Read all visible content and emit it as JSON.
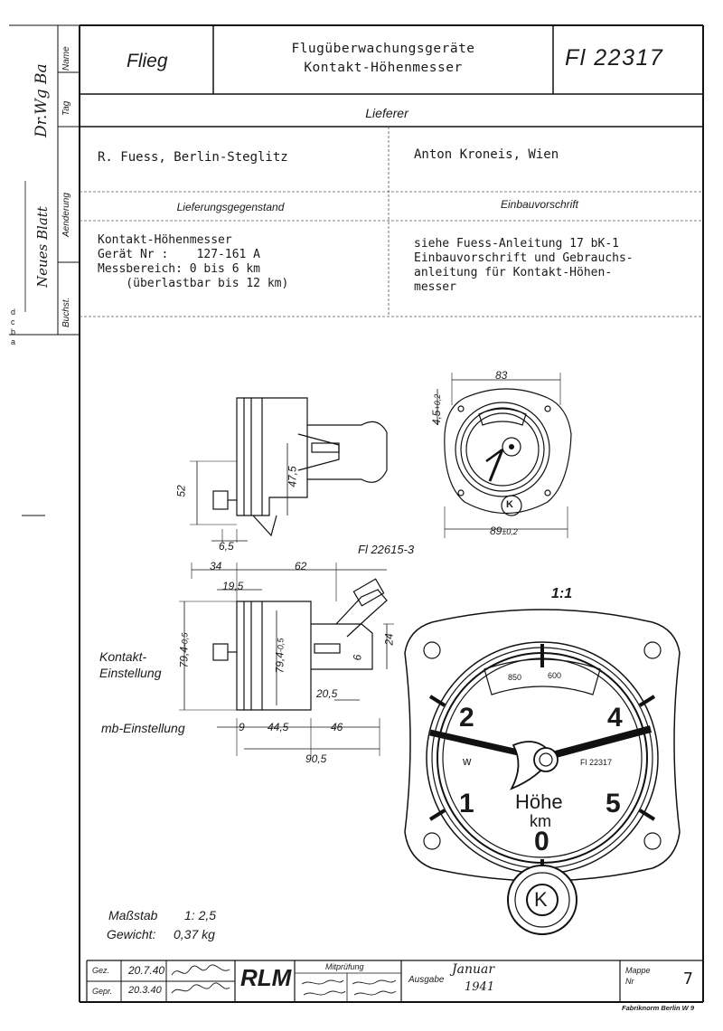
{
  "header": {
    "org": "Flieg",
    "title_line1": "Flugüberwachungsgeräte",
    "title_line2": "Kontakt-Höhenmesser",
    "number": "Fl 22317"
  },
  "side_column": {
    "name": "Name",
    "tag": "Tag",
    "aenderung": "Aenderung",
    "buchst": "Buchst.",
    "letters": [
      "a",
      "b",
      "c",
      "d"
    ],
    "sig_top": "Dr.Wg Ba",
    "sig_mid": "Neues Blatt"
  },
  "lieferer": {
    "heading": "Lieferer",
    "supplier_left": "R. Fuess, Berlin-Steglitz",
    "supplier_right": "Anton Kroneis, Wien"
  },
  "sections": {
    "left_heading": "Lieferungsgegenstand",
    "right_heading": "Einbauvorschrift",
    "left_text": "Kontakt-Höhenmesser\nGerät Nr :    127-161 A\nMessbereich: 0 bis 6 km\n    (überlastbar bis 12 km)",
    "right_text": "siehe Fuess-Anleitung 17 bK-1\nEinbauvorschrift und Gebrauchs-\nanleitung für Kontakt-Höhen-\nmesser"
  },
  "drawing": {
    "dim_52": "52",
    "dim_47_5": "47,5",
    "dim_6_5": "6,5",
    "dim_83": "83",
    "dim_4_5": "4,5",
    "dim_4_5_tol": "+0,2",
    "dim_89": "89",
    "dim_89_tol": "±0,2",
    "ref": "Fl 22615-3",
    "dim_34": "34",
    "dim_62": "62",
    "dim_19_5": "19,5",
    "dim_79_4a": "79,4",
    "dim_79_4a_tol": "-0,5",
    "dim_79_4b": "79,4",
    "dim_79_4b_tol": "-0,5",
    "dim_6": "6",
    "dim_24": "24",
    "dim_20_5": "20,5",
    "dim_9": "9",
    "dim_44_5": "44,5",
    "dim_46": "46",
    "dim_90_5": "90,5",
    "label_kontakt": "Kontakt-",
    "label_einstellung": "Einstellung",
    "label_mb": "mb-Einstellung",
    "scale_1_1": "1:1",
    "small_k": "K",
    "dial": {
      "num_0": "0",
      "num_1": "1",
      "num_2": "2",
      "num_4": "4",
      "num_5": "5",
      "sub_850": "850",
      "sub_600": "600",
      "w": "w",
      "code": "Fl 22317",
      "hoehe": "Höhe",
      "km": "km",
      "k": "K"
    }
  },
  "notes": {
    "massstab_label": "Maßstab",
    "massstab_value": "1: 2,5",
    "gewicht_label": "Gewicht:",
    "gewicht_value": "0,37 kg"
  },
  "footer": {
    "gez_label": "Gez.",
    "gez_date": "20.7.40",
    "gepr_label": "Gepr.",
    "gepr_date": "20.3.40",
    "rlm": "RLM",
    "mitpruefung": "Mitprüfung",
    "ausgabe_label": "Ausgabe",
    "ausgabe_month": "Januar",
    "ausgabe_year": "1941",
    "mappe_label": "Mappe",
    "nr_label": "Nr",
    "mappe_nr": "7",
    "fabrik": "Fabriknorm Berlin W 9"
  }
}
